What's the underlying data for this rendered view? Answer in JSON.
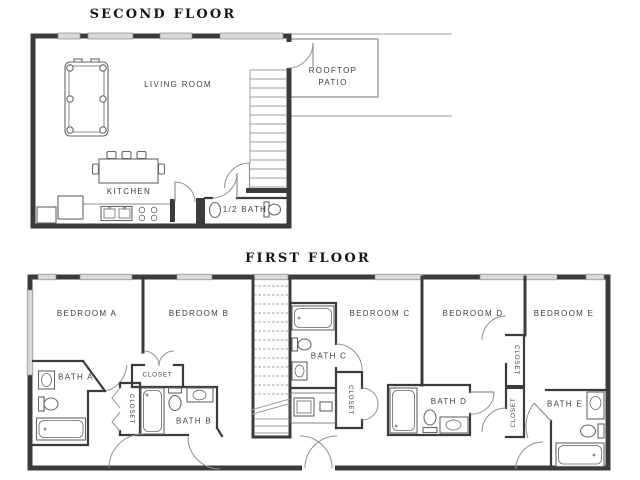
{
  "palette": {
    "background": "#ffffff",
    "wall": "#3b3b3b",
    "fixture": "#666666",
    "door_arc": "#8f8f8f",
    "window_fill": "#d9d9d9",
    "stair_line": "#9c9c9c",
    "label": "#3d3d3d",
    "title": "#151515"
  },
  "second_floor": {
    "title": "SECOND FLOOR",
    "labels": {
      "living_room": "LIVING ROOM",
      "kitchen": "KITCHEN",
      "half_bath": "1/2 BATH",
      "rooftop_line1": "ROOFTOP",
      "rooftop_line2": "PATIO"
    }
  },
  "first_floor": {
    "title": "FIRST FLOOR",
    "labels": {
      "bedroom_a": "BEDROOM A",
      "bedroom_b": "BEDROOM B",
      "bedroom_c": "BEDROOM C",
      "bedroom_d": "BEDROOM D",
      "bedroom_e": "BEDROOM E",
      "bath_a": "BATH A",
      "bath_b": "BATH B",
      "bath_c": "BATH C",
      "bath_d": "BATH D",
      "bath_e": "BATH E",
      "closet": "CLOSET"
    }
  }
}
